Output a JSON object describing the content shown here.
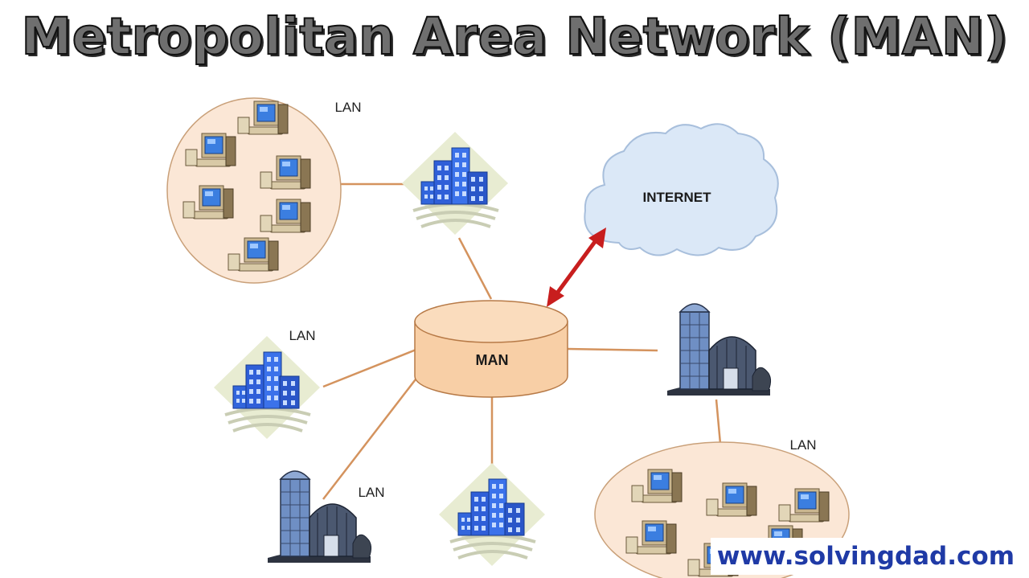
{
  "title": "Metropolitan Area Network (MAN)",
  "nodes": {
    "man": "MAN",
    "internet": "INTERNET",
    "lan_top_left": "LAN",
    "lan_left": "LAN",
    "lan_bottom_left": "LAN",
    "lan_bottom_right": "LAN"
  },
  "footer": {
    "url": "www.solvingdad.com"
  },
  "colors": {
    "link_line": "#d4935e",
    "internet_arrow": "#c81e1e",
    "cylinder_fill": "#f8cfa6",
    "lan_ellipse_fill": "#fbe7d6",
    "cloud_fill": "#dbe8f7",
    "building_blue": "#2f5fd8",
    "url_text": "#1f3aa6"
  }
}
